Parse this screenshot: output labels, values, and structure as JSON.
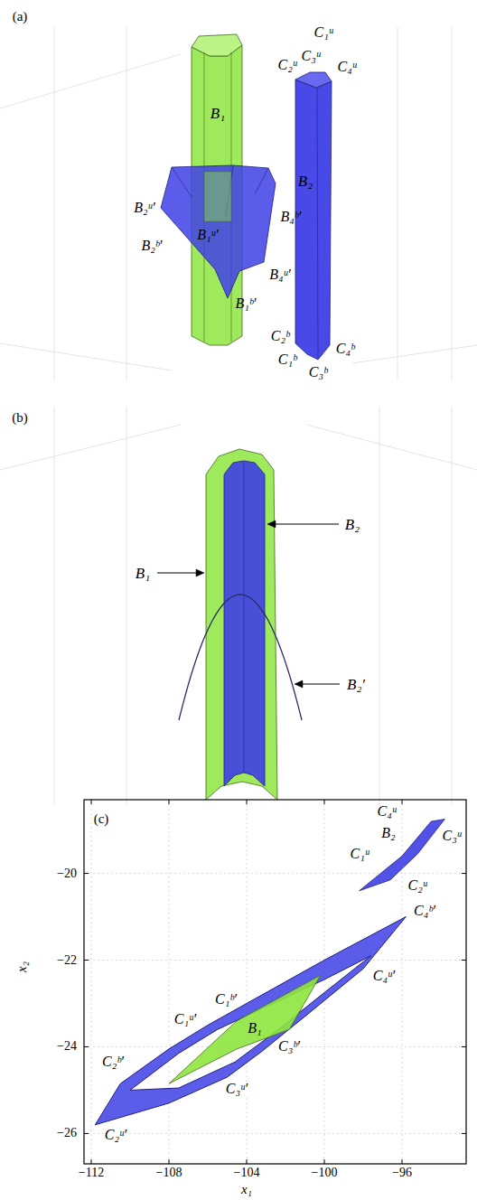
{
  "diagram": {
    "labels": [
      "(a)",
      "B₁",
      "C₂ᵘ",
      "C₁ᵘ",
      "C₄ᵘ",
      "C₃ᵘ",
      "B₂",
      "B₂ᵘ′",
      "B₂ᵇ′",
      "B₁ᵘ′",
      "B₄ᵇ′",
      "B₄ᵘ′",
      "B₁ᵇ′",
      "C₂ᵇ",
      "C₁ᵇ",
      "C₄ᵇ",
      "C₃ᵇ",
      "(b)",
      "B₂",
      "B₁",
      "B₂′",
      "(c)",
      "−20",
      "−22",
      "−24",
      "−26",
      "−112",
      "−108",
      "−104",
      "−100",
      "−96",
      "x₁",
      "x₂",
      "C₄ᵘ",
      "C₃ᵘ",
      "B₂",
      "C₁ᵘ",
      "C₂ᵘ",
      "C₄ᵇ′",
      "C₁ᵇ′",
      "C₄ᵘ′",
      "C₁ᵘ′",
      "B₁",
      "C₃ᵇ′",
      "C₂ᵇ′",
      "C₃ᵘ′",
      "C₂ᵘ′"
    ]
  }
}
